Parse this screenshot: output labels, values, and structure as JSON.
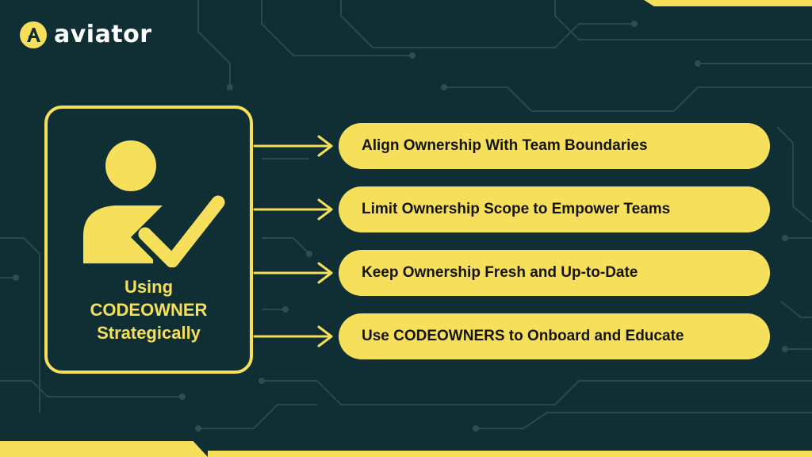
{
  "brand": {
    "name": "aviator",
    "logo_icon": "aviator-a-icon"
  },
  "colors": {
    "background": "#0f2f34",
    "accent": "#f6df5b",
    "text_dark": "#141414",
    "circuit": "#2a4e52"
  },
  "card": {
    "icon": "user-check-icon",
    "title_lines": [
      "Using",
      "CODEOWNER",
      "Strategically"
    ]
  },
  "items": [
    {
      "label": "Align Ownership With Team Boundaries"
    },
    {
      "label": "Limit Ownership Scope to Empower Teams"
    },
    {
      "label": "Keep Ownership Fresh and Up-to-Date"
    },
    {
      "label": "Use CODEOWNERS to Onboard and Educate"
    }
  ]
}
